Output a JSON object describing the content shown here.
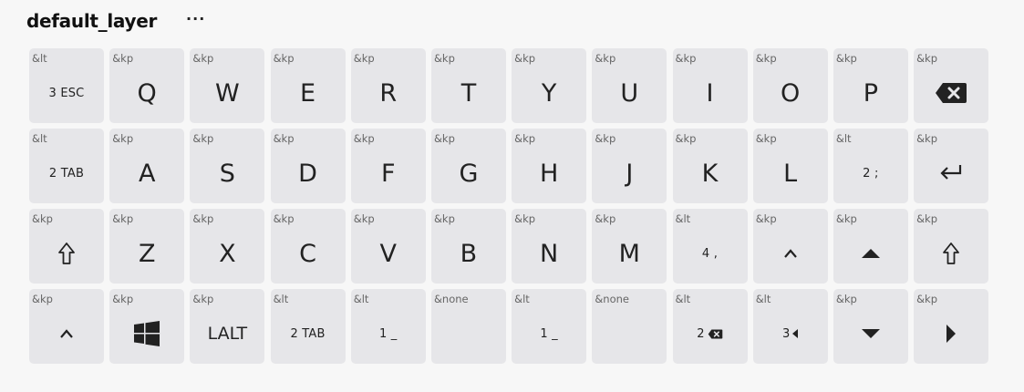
{
  "header": {
    "title": "default_layer",
    "menu_label": "···"
  },
  "keys": [
    {
      "behavior": "&lt",
      "legend": "3 ESC",
      "size": "small",
      "icon": null
    },
    {
      "behavior": "&kp",
      "legend": "Q",
      "size": "big",
      "icon": null
    },
    {
      "behavior": "&kp",
      "legend": "W",
      "size": "big",
      "icon": null
    },
    {
      "behavior": "&kp",
      "legend": "E",
      "size": "big",
      "icon": null
    },
    {
      "behavior": "&kp",
      "legend": "R",
      "size": "big",
      "icon": null
    },
    {
      "behavior": "&kp",
      "legend": "T",
      "size": "big",
      "icon": null
    },
    {
      "behavior": "&kp",
      "legend": "Y",
      "size": "big",
      "icon": null
    },
    {
      "behavior": "&kp",
      "legend": "U",
      "size": "big",
      "icon": null
    },
    {
      "behavior": "&kp",
      "legend": "I",
      "size": "big",
      "icon": null
    },
    {
      "behavior": "&kp",
      "legend": "O",
      "size": "big",
      "icon": null
    },
    {
      "behavior": "&kp",
      "legend": "P",
      "size": "big",
      "icon": null
    },
    {
      "behavior": "&kp",
      "legend": "",
      "size": "big",
      "icon": "backspace-icon"
    },
    {
      "behavior": "&lt",
      "legend": "2 TAB",
      "size": "small",
      "icon": null
    },
    {
      "behavior": "&kp",
      "legend": "A",
      "size": "big",
      "icon": null
    },
    {
      "behavior": "&kp",
      "legend": "S",
      "size": "big",
      "icon": null
    },
    {
      "behavior": "&kp",
      "legend": "D",
      "size": "big",
      "icon": null
    },
    {
      "behavior": "&kp",
      "legend": "F",
      "size": "big",
      "icon": null
    },
    {
      "behavior": "&kp",
      "legend": "G",
      "size": "big",
      "icon": null
    },
    {
      "behavior": "&kp",
      "legend": "H",
      "size": "big",
      "icon": null
    },
    {
      "behavior": "&kp",
      "legend": "J",
      "size": "big",
      "icon": null
    },
    {
      "behavior": "&kp",
      "legend": "K",
      "size": "big",
      "icon": null
    },
    {
      "behavior": "&kp",
      "legend": "L",
      "size": "big",
      "icon": null
    },
    {
      "behavior": "&lt",
      "legend": "2 ;",
      "size": "small",
      "icon": null
    },
    {
      "behavior": "&kp",
      "legend": "",
      "size": "big",
      "icon": "enter-icon"
    },
    {
      "behavior": "&kp",
      "legend": "",
      "size": "big",
      "icon": "shift-icon"
    },
    {
      "behavior": "&kp",
      "legend": "Z",
      "size": "big",
      "icon": null
    },
    {
      "behavior": "&kp",
      "legend": "X",
      "size": "big",
      "icon": null
    },
    {
      "behavior": "&kp",
      "legend": "C",
      "size": "big",
      "icon": null
    },
    {
      "behavior": "&kp",
      "legend": "V",
      "size": "big",
      "icon": null
    },
    {
      "behavior": "&kp",
      "legend": "B",
      "size": "big",
      "icon": null
    },
    {
      "behavior": "&kp",
      "legend": "N",
      "size": "big",
      "icon": null
    },
    {
      "behavior": "&kp",
      "legend": "M",
      "size": "big",
      "icon": null
    },
    {
      "behavior": "&lt",
      "legend": "4 ,",
      "size": "small",
      "icon": null
    },
    {
      "behavior": "&kp",
      "legend": "",
      "size": "big",
      "icon": "caret-up-icon"
    },
    {
      "behavior": "&kp",
      "legend": "",
      "size": "big",
      "icon": "arrow-up-icon"
    },
    {
      "behavior": "&kp",
      "legend": "",
      "size": "big",
      "icon": "shift-icon"
    },
    {
      "behavior": "&kp",
      "legend": "",
      "size": "big",
      "icon": "caret-up-icon"
    },
    {
      "behavior": "&kp",
      "legend": "",
      "size": "big",
      "icon": "windows-icon"
    },
    {
      "behavior": "&kp",
      "legend": "LALT",
      "size": "med",
      "icon": null
    },
    {
      "behavior": "&lt",
      "legend": "2 TAB",
      "size": "small",
      "icon": null
    },
    {
      "behavior": "&lt",
      "legend": "1 _",
      "size": "small",
      "icon": null
    },
    {
      "behavior": "&none",
      "legend": "",
      "size": "small",
      "icon": null
    },
    {
      "behavior": "&lt",
      "legend": "1 _",
      "size": "small",
      "icon": null
    },
    {
      "behavior": "&none",
      "legend": "",
      "size": "small",
      "icon": null
    },
    {
      "behavior": "&lt",
      "legend": "2",
      "size": "small",
      "icon": "backspace-icon-small"
    },
    {
      "behavior": "&lt",
      "legend": "3",
      "size": "small",
      "icon": "arrow-left-icon-small"
    },
    {
      "behavior": "&kp",
      "legend": "",
      "size": "big",
      "icon": "arrow-down-icon"
    },
    {
      "behavior": "&kp",
      "legend": "",
      "size": "big",
      "icon": "arrow-right-icon"
    }
  ]
}
